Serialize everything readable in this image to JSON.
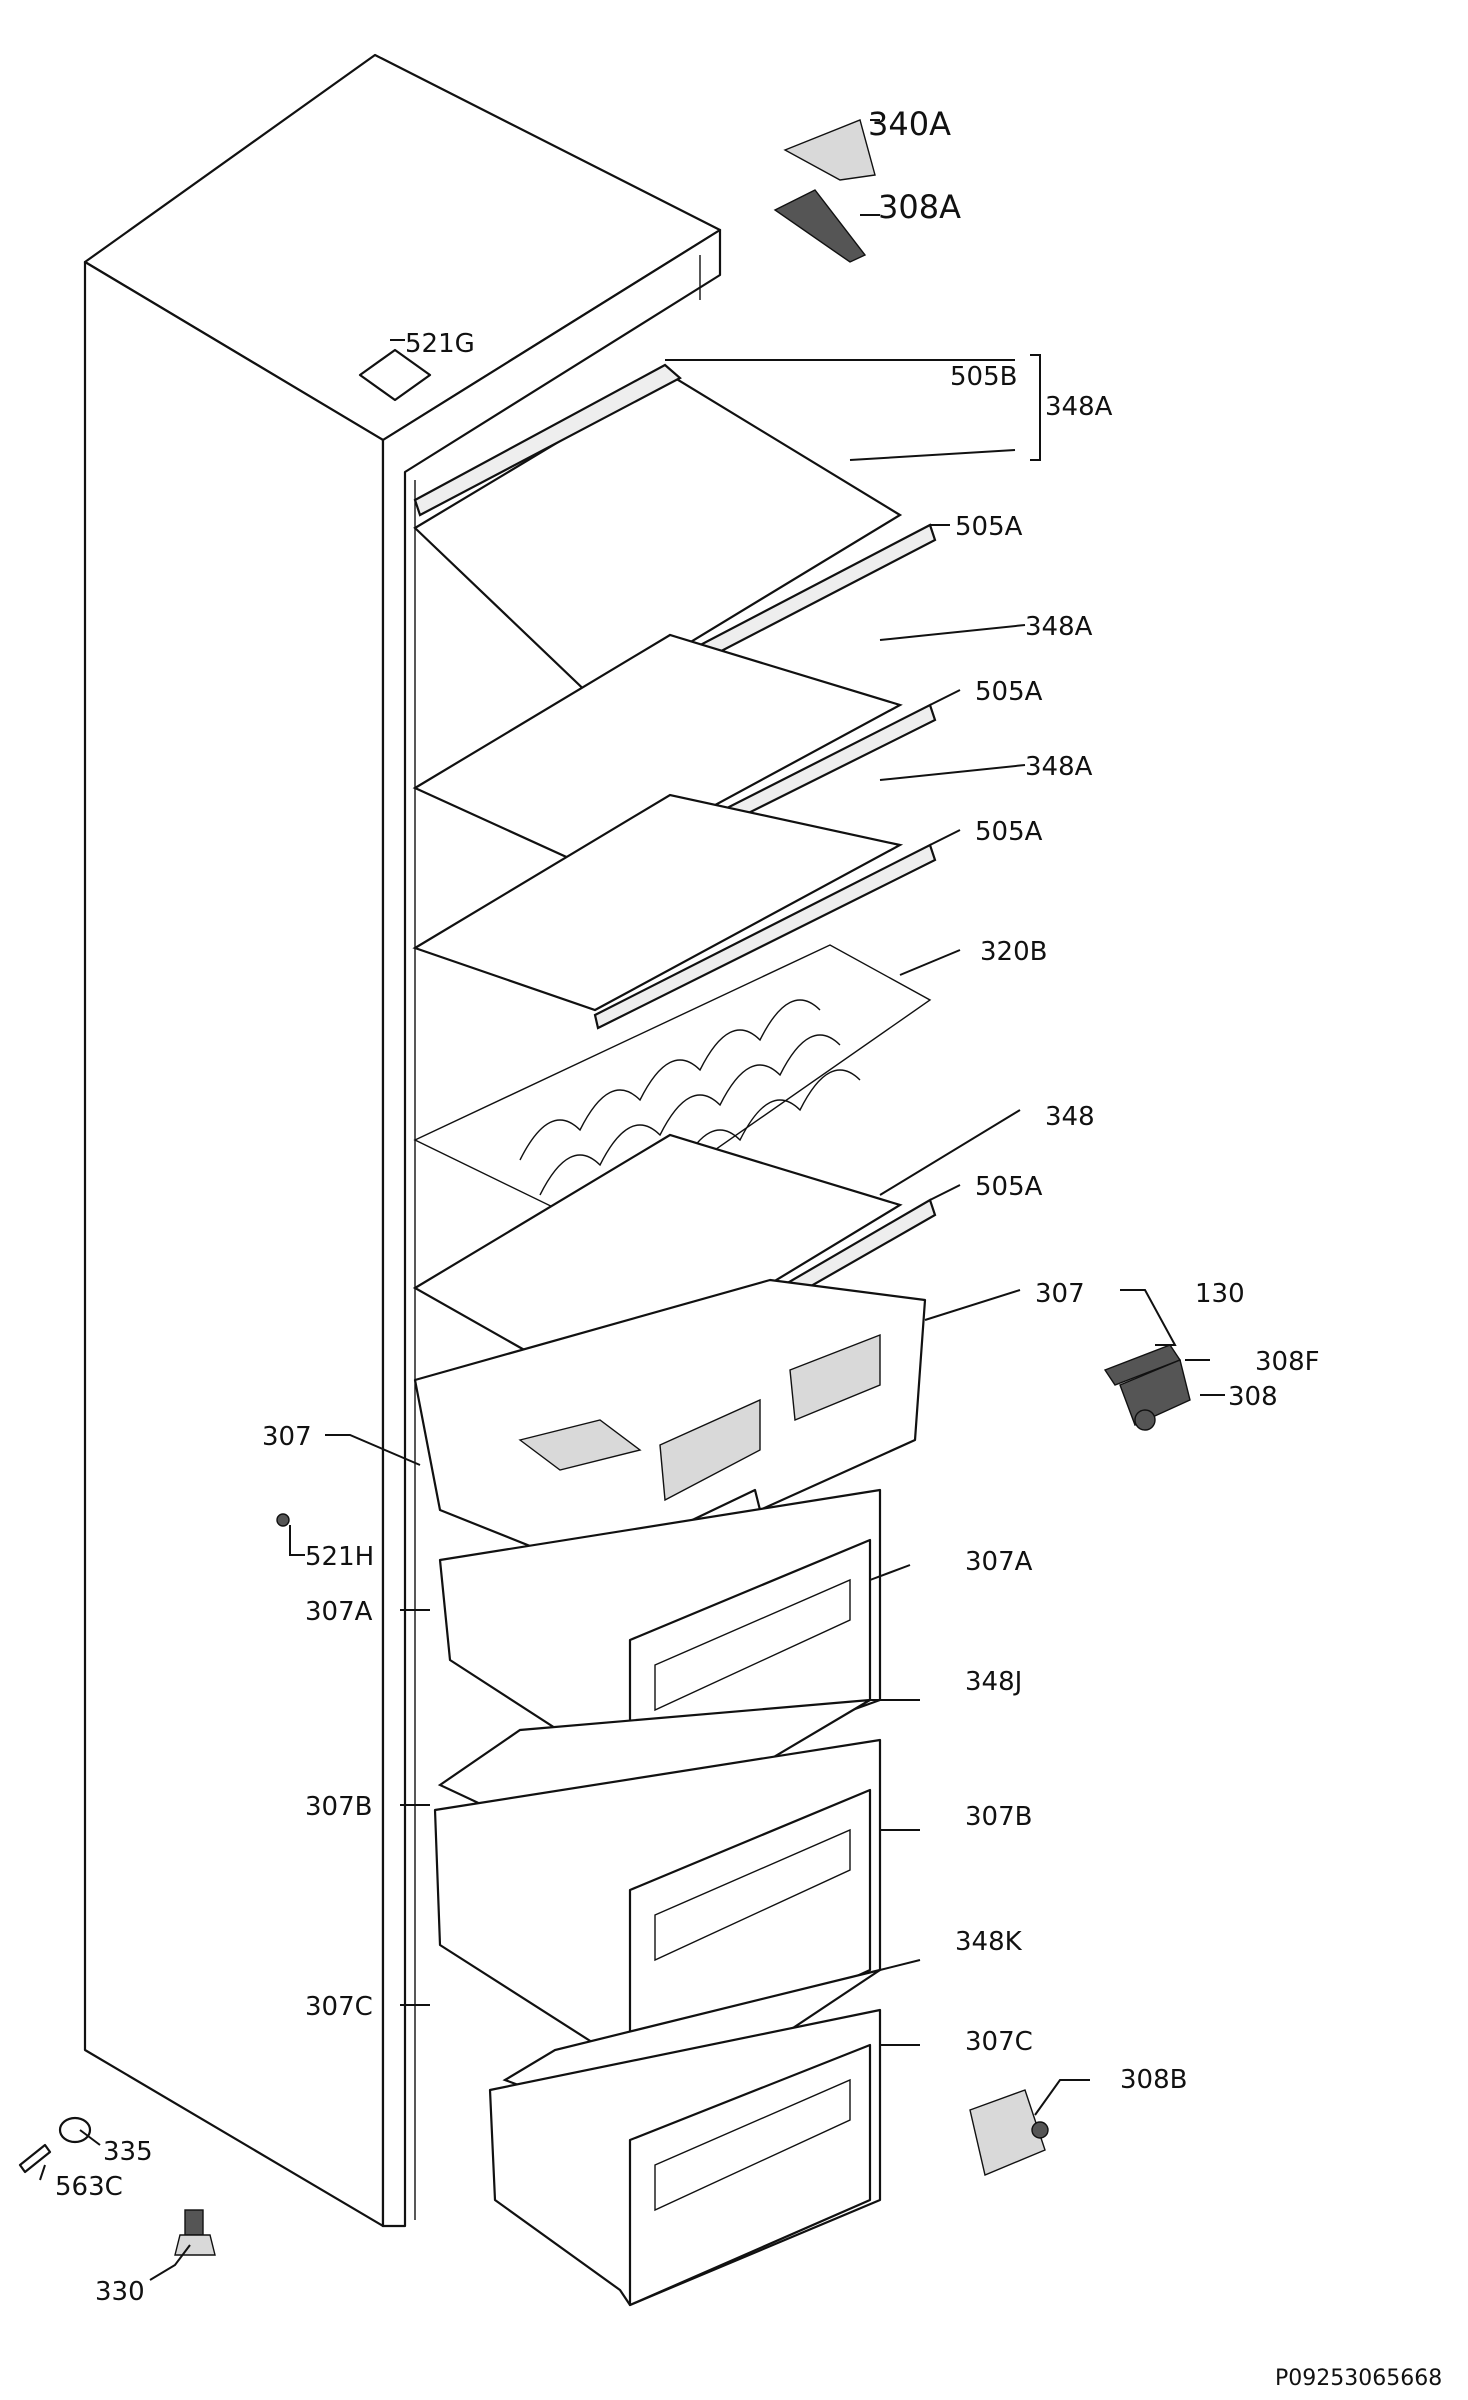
{
  "labels": {
    "l340A": "340A",
    "l308A": "308A",
    "l521G": "521G",
    "l505B": "505B",
    "l348A_top": "348A",
    "l505A_1": "505A",
    "l348A_2": "348A",
    "l505A_2": "505A",
    "l348A_3": "348A",
    "l505A_3": "505A",
    "l320B": "320B",
    "l348": "348",
    "l505A_4": "505A",
    "l307_right": "307",
    "l130": "130",
    "l308F": "308F",
    "l308": "308",
    "l307_left": "307",
    "l521H": "521H",
    "l307A_right": "307A",
    "l307A_left": "307A",
    "l348J": "348J",
    "l307B_left": "307B",
    "l307B_right": "307B",
    "l348K": "348K",
    "l307C_left": "307C",
    "l307C_right": "307C",
    "l308B": "308B",
    "l335": "335",
    "l563C": "563C",
    "l330": "330"
  },
  "reference": "P09253065668"
}
